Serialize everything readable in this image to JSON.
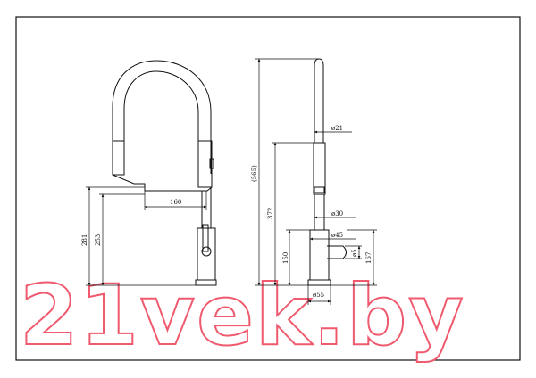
{
  "watermark": "21vek.by",
  "front_view": {
    "spout_reach": "160",
    "total_height_left": "281",
    "handle_height": "253"
  },
  "side_view": {
    "overall_height": "(565)",
    "spout_height": "372",
    "base_height": "150",
    "hose_diameter": "ø21",
    "body_diameter_upper": "ø30",
    "body_diameter": "ø45",
    "lever_offset": "167",
    "lever_size": "ø5",
    "base_diameter": "ø55"
  }
}
